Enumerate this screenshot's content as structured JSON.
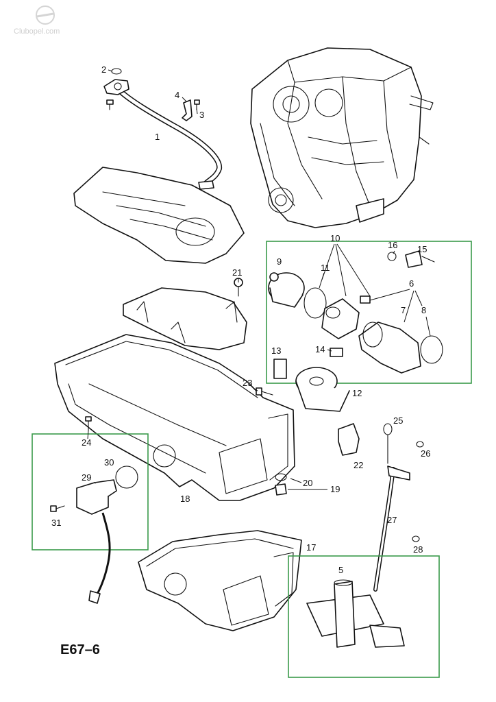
{
  "watermark": "Clubopel.com",
  "diagram_code": "E67–6",
  "highlight_color": "#3a9a4a",
  "callouts": {
    "c1": "1",
    "c2": "2",
    "c3": "3",
    "c4": "4",
    "c5": "5",
    "c6": "6",
    "c7": "7",
    "c8": "8",
    "c9": "9",
    "c10": "10",
    "c11": "11",
    "c12": "12",
    "c13": "13",
    "c14": "14",
    "c15": "15",
    "c16": "16",
    "c17": "17",
    "c18": "18",
    "c19": "19",
    "c20": "20",
    "c21": "21",
    "c22": "22",
    "c23": "23",
    "c24": "24",
    "c25": "25",
    "c26": "26",
    "c27": "27",
    "c28": "28",
    "c29": "29",
    "c30": "30",
    "c31": "31"
  }
}
